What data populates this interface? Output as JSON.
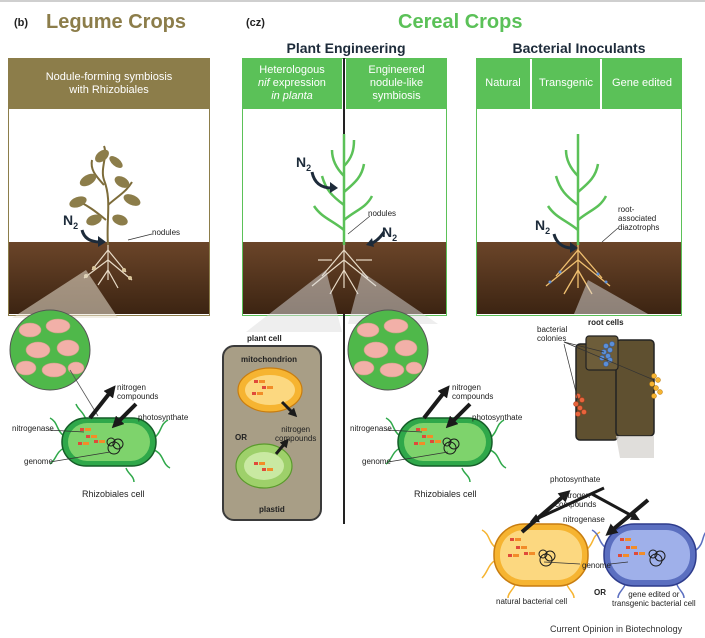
{
  "panel_b": {
    "letter": "(b)",
    "title": "Legume Crops",
    "header_line1": "Nodule-forming symbiosis",
    "header_line2": "with Rhizobiales",
    "n2_main": "N",
    "n2_sub": "2",
    "nodules_label": "nodules",
    "nitrogen_compounds_line1": "nitrogen",
    "nitrogen_compounds_line2": "compounds",
    "photosynthate_label": "photosynthate",
    "nitrogenase_label": "nitrogenase",
    "genome_label": "genome",
    "cell_caption": "Rhizobiales cell"
  },
  "panel_c": {
    "letter": "(cz)",
    "title": "Cereal Crops",
    "plant_engineering": {
      "subtitle": "Plant Engineering",
      "header_left_line1": "Heterologous",
      "header_left_nif": "nif",
      "header_left_line2_rest": " expression",
      "header_left_line3": "in planta",
      "header_right_line1": "Engineered",
      "header_right_line2": "nodule-like",
      "header_right_line3": "symbiosis",
      "n2_main_left": "N",
      "n2_sub_left": "2",
      "n2_main_right": "N",
      "n2_sub_right": "2",
      "nodules_label": "nodules",
      "plant_cell_label": "plant cell",
      "mitochondrion_label": "mitochondrion",
      "or_label": "OR",
      "inner_nitrogen_line1": "nitrogen",
      "inner_nitrogen_line2": "compounds",
      "plastid_label": "plastid",
      "nitrogen_compounds_line1": "nitrogen",
      "nitrogen_compounds_line2": "compounds",
      "photosynthate_label": "photosynthate",
      "nitrogenase_label": "nitrogenase",
      "genome_label": "genome",
      "cell_caption": "Rhizobiales cell"
    },
    "bacterial_inoculants": {
      "subtitle": "Bacterial Inoculants",
      "header_natural": "Natural",
      "header_transgenic": "Transgenic",
      "header_gene_edited": "Gene edited",
      "n2_main": "N",
      "n2_sub": "2",
      "root_assoc_line1": "root-",
      "root_assoc_line2": "associated",
      "root_assoc_line3": "diazotrophs",
      "root_cells_label": "root cells",
      "bacterial_colonies_line1": "bacterial",
      "bacterial_colonies_line2": "colonies",
      "photosynthate_label": "photosynthate",
      "nitrogen_compounds_line1": "nitrogen",
      "nitrogen_compounds_line2": "compounds",
      "nitrogenase_label": "nitrogenase",
      "genome_label": "genome",
      "natural_cell_caption": "natural bacterial cell",
      "or_label": "OR",
      "edited_cell_caption_line1": "gene edited or",
      "edited_cell_caption_line2": "transgenic bacterial cell"
    }
  },
  "credit": "Current Opinion in Biotechnology",
  "colors": {
    "legume_brown": "#8c7d4a",
    "cereal_green": "#5bc158",
    "soil": "#5a3a22",
    "cell_green": "#2fa84a",
    "natural_cell_orange": "#f6b431",
    "edited_cell_blue": "#5b6fc0"
  }
}
